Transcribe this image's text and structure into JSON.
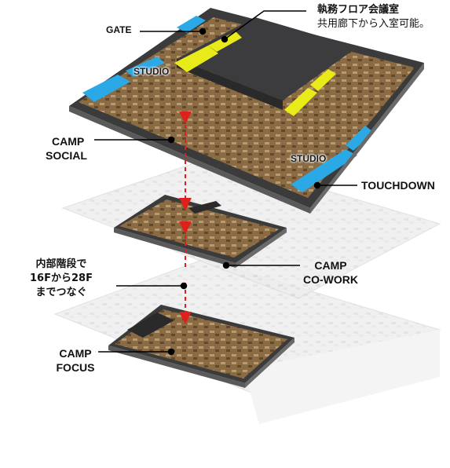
{
  "labels": {
    "gate": "GATE",
    "executive_title": "執務フロア会議室",
    "executive_note": "共用廊下から入室可能。",
    "studio_left": "STUDIO",
    "studio_right": "STUDIO",
    "camp_social_1": "CAMP",
    "camp_social_2": "SOCIAL",
    "touchdown": "TOUCHDOWN",
    "camp_cowork_1": "CAMP",
    "camp_cowork_2": "CO-WORK",
    "stairs_1": "内部階段で",
    "stairs_2": "16Fから28F",
    "stairs_3": "までつなぐ",
    "camp_focus_1": "CAMP",
    "camp_focus_2": "FOCUS"
  },
  "colors": {
    "studio_blue": "#2aa9e6",
    "meeting_yellow": "#e8ea1a",
    "stair_red": "#e0201a",
    "floor_wood": "#8a6b44",
    "ghost_floor": "#e9e9e9",
    "dark_block": "#3c3c3e"
  }
}
